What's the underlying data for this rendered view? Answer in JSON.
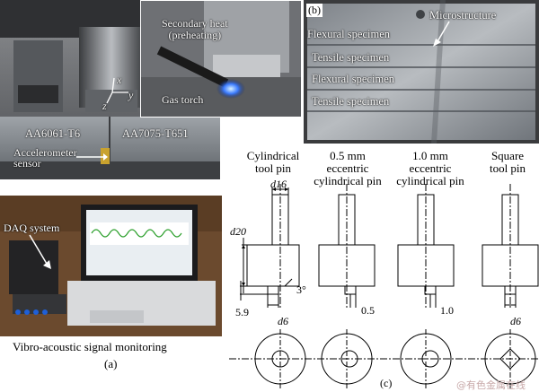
{
  "panel_a": {
    "tag": "(a)",
    "plates": [
      "AA6061-T6",
      "AA7075-T651"
    ],
    "axes": [
      "x",
      "y",
      "z"
    ],
    "accelerometer": "Accelerometer\nsensor",
    "inset_heat": "Secondary heat\n(preheating)",
    "inset_torch": "Gas torch",
    "daq": "DAQ system",
    "caption": "Vibro-acoustic signal monitoring"
  },
  "panel_b": {
    "tag": "(b)",
    "microstructure": "Microstructure",
    "specimens": [
      "Flexural specimen",
      "Tensile specimen",
      "Flexural specimen",
      "Tensile specimen"
    ]
  },
  "panel_c": {
    "tag": "(c)",
    "tools": [
      {
        "title": "Cylindrical\ntool pin"
      },
      {
        "title": "0.5 mm\neccentric\ncylindrical pin"
      },
      {
        "title": "1.0 mm\neccentric\ncylindrical pin"
      },
      {
        "title": "Square\ntool pin"
      }
    ],
    "dims": {
      "d16": "d16",
      "d20": "d20",
      "angle": "3°",
      "h": "5.9",
      "d6a": "d6",
      "e05": "0.5",
      "e10": "1.0",
      "d6b": "d6"
    }
  },
  "watermark": "@有色金属在线",
  "colors": {
    "ink": "#000000",
    "label": "#ffffff",
    "watermark": "#c8a9a9"
  }
}
